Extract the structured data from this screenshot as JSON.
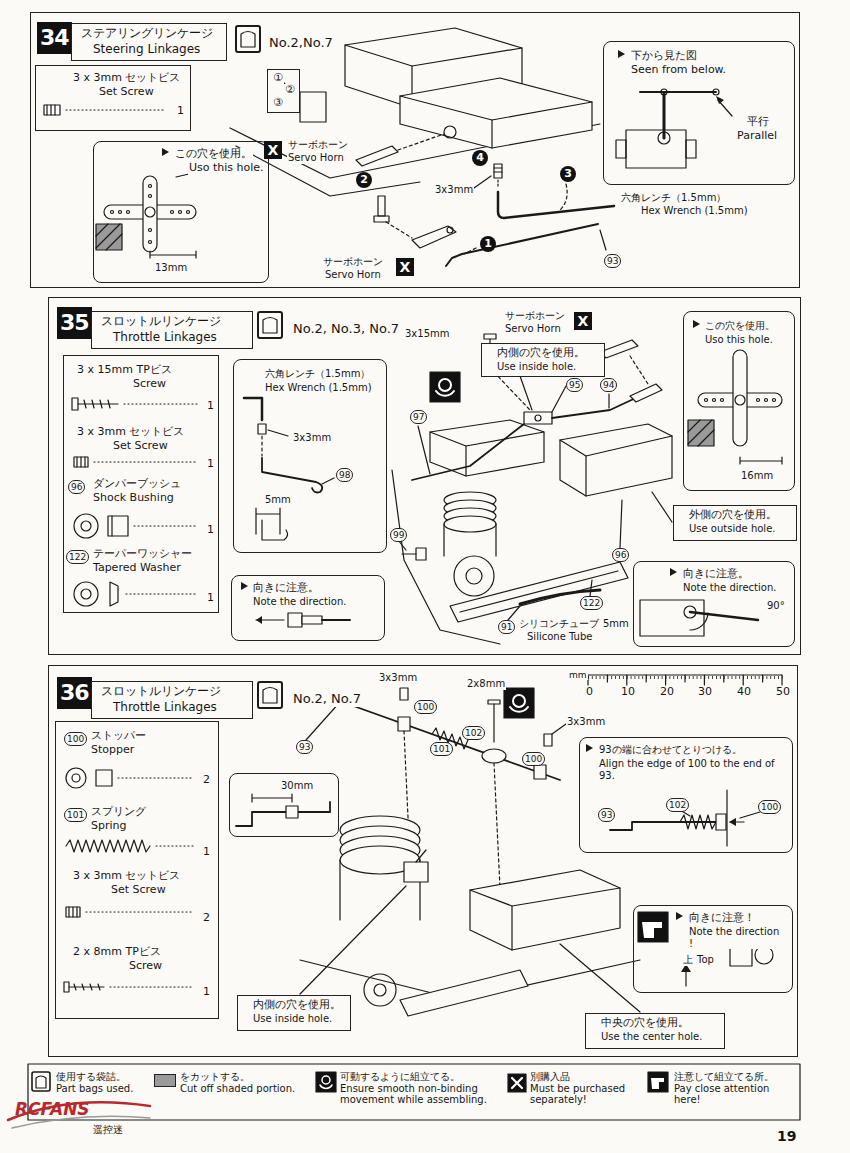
{
  "diagram": {
    "nodes": [
      {
        "text": [
          "34"
        ]
      },
      {
        "text": [
          "ステアリングリンケージ",
          "Steering Linkages"
        ],
        "in": 0
      },
      {
        "text": [
          "3 x 3mm セットビス",
          "Set Screw",
          "1"
        ],
        "in": 0
      },
      {
        "text": [
          "①",
          "②",
          "③"
        ],
        "in": 0
      },
      {
        "text": [
          "この穴を使用。",
          "Uso this hole.",
          "13mm"
        ],
        "in": 0
      },
      {
        "text": [
          "下から見た図",
          "Seen from below.",
          "平行",
          "Parallel"
        ],
        "in": 0
      },
      {
        "text": [
          "35"
        ]
      },
      {
        "text": [
          "スロットルリンケージ",
          "Throttle Linkages"
        ],
        "in": 6
      },
      {
        "text": [
          "3 x 15mm TPビス",
          "Screw",
          "1",
          "3 x 3mm セットビス",
          "Set Screw",
          "1",
          "96",
          "ダンパーブッシュ",
          "Shock Bushing",
          "1",
          "122",
          "テーパーワッシャー",
          "Tapered Washer",
          "1"
        ],
        "in": 6
      },
      {
        "text": [
          "六角レンチ（1.5mm）",
          "Hex Wrench (1.5mm)",
          "3x3mm",
          "98",
          "5mm"
        ],
        "in": 6
      },
      {
        "text": [
          "向きに注意。",
          "Note the direction."
        ],
        "in": 6
      },
      {
        "text": [
          "内側の穴を使用。",
          "Use inside hole."
        ],
        "in": 6
      },
      {
        "text": [
          "この穴を使用。",
          "Uso this hole.",
          "16mm"
        ],
        "in": 6
      },
      {
        "text": [
          "外側の穴を使用。",
          "Use outside hole."
        ],
        "in": 6
      },
      {
        "text": [
          "向きに注意。",
          "Note the direction.",
          "90°"
        ],
        "in": 6
      },
      {
        "text": [
          "36"
        ]
      },
      {
        "text": [
          "スロットルリンケージ",
          "Throttle Linkages"
        ],
        "in": 15
      },
      {
        "text": [
          "100",
          "ストッパー",
          "Stopper",
          "2",
          "101",
          "スプリング",
          "Spring",
          "1",
          "3 x 3mm セットビス",
          "Set Screw",
          "2",
          "2 x 8mm TPビス",
          "Screw",
          "1"
        ],
        "in": 15
      },
      {
        "text": [
          "30mm"
        ],
        "in": 15
      },
      {
        "text": [
          "93の端に合わせてとりつける。",
          "Align the edge of 100 to the end of 93.",
          "93",
          "102",
          "100"
        ],
        "in": 15
      },
      {
        "text": [
          "向きに注意！",
          "Note the direction !",
          "上",
          "Top"
        ],
        "in": 15
      },
      {
        "text": [
          "内側の穴を使用。",
          "Use inside hole."
        ],
        "in": 15
      },
      {
        "text": [
          "中央の穴を使用。",
          "Use the center hole."
        ],
        "in": 15
      }
    ],
    "labels": [
      "No.2,No.7",
      "X",
      "サーボホーン",
      "Servo Horn",
      "2",
      "4",
      "3",
      "3x3mm",
      "六角レンチ（1.5mm）",
      "Hex Wrench (1.5mm)",
      "1",
      "93",
      "サーボホーン",
      "Servo Horn",
      "X",
      "No.2, No.3, No.7",
      "サーボホーン",
      "Servo Horn",
      "X",
      "3x15mm",
      "95",
      "94",
      "97",
      "99",
      "96",
      "122",
      "91",
      "シリコンチューブ",
      "Silicone Tube",
      "5mm",
      "No.2, No.7",
      "mm",
      "0",
      "10",
      "20",
      "30",
      "40",
      "50",
      "3x3mm",
      "100",
      "93",
      "101",
      "2x8mm",
      "102",
      "3x3mm",
      "100",
      "19",
      "RCFANS",
      "遥控迷"
    ],
    "legend": [
      {
        "text": "使用する袋詰。 Part bags used."
      },
      {
        "text": "をカットする。 Cut off shaded portion.",
        "color": "#9a9a9a"
      },
      {
        "text": "可動するように組立てる。 Ensure smooth non-binding movement while assembling."
      },
      {
        "text": "別購入品 Must be purchased separately!"
      },
      {
        "text": "注意して組立てる所。 Pay close attention here!"
      }
    ]
  }
}
